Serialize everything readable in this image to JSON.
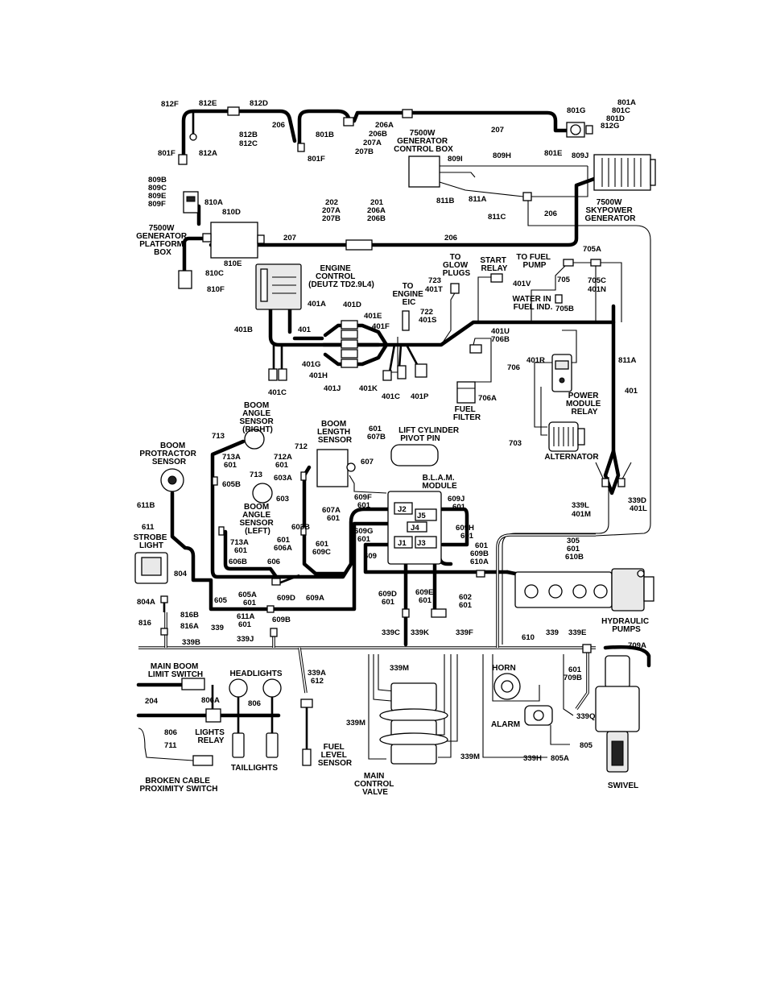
{
  "labels": {
    "812F": "812F",
    "812E": "812E",
    "812D": "812D",
    "206a": "206",
    "812B": "812B",
    "812C": "812C",
    "812A": "812A",
    "801F_a": "801F",
    "801B": "801B",
    "801F_b": "801F",
    "206A_a": "206A",
    "206B_a": "206B",
    "207A_a": "207A",
    "207B_a": "207B",
    "207a": "207",
    "801G": "801G",
    "801A": "801A",
    "801C": "801C",
    "801D": "801D",
    "812G": "812G",
    "801E": "801E",
    "809H": "809H",
    "809I": "809I",
    "809J": "809J",
    "811B": "811B",
    "811A_a": "811A",
    "811C": "811C",
    "206b": "206",
    "809B": "809B",
    "809C": "809C",
    "809E": "809E",
    "809F": "809F",
    "810A": "810A",
    "810D": "810D",
    "202": "202",
    "207A_b": "207A",
    "207B_b": "207B",
    "201": "201",
    "206A_b": "206A",
    "206B_b": "206B",
    "207b": "207",
    "206c": "206",
    "810E": "810E",
    "810C": "810C",
    "810F": "810F",
    "705A": "705A",
    "705": "705",
    "705C": "705C",
    "401N": "401N",
    "705B": "705B",
    "401V": "401V",
    "723": "723",
    "401T": "401T",
    "722": "722",
    "401S": "401S",
    "401A": "401A",
    "401D": "401D",
    "401E": "401E",
    "401F": "401F",
    "401B": "401B",
    "401_a": "401",
    "401U": "401U",
    "706B": "706B",
    "401G": "401G",
    "401H": "401H",
    "401C_a": "401C",
    "401J": "401J",
    "401K": "401K",
    "401C_b": "401C",
    "401P": "401P",
    "706": "706",
    "706A": "706A",
    "401R": "401R",
    "811A_b": "811A",
    "401_b": "401",
    "703": "703",
    "713_a": "713",
    "713A_a": "713A",
    "601_a": "601",
    "605B": "605B",
    "611B": "611B",
    "611": "611",
    "712": "712",
    "712A": "712A",
    "601_b": "601",
    "603A": "603A",
    "713_b": "713",
    "603": "603",
    "601_c": "601",
    "607B": "607B",
    "607": "607",
    "713A_b": "713A",
    "601_d": "601",
    "606B": "606B",
    "606": "606",
    "601_e": "601",
    "606A": "606A",
    "603B": "603B",
    "601_f": "601",
    "609C": "609C",
    "607A": "607A",
    "601_g": "601",
    "609F": "609F",
    "601_h": "601",
    "609G": "609G",
    "601_i": "601",
    "609J": "609J",
    "601_j": "601",
    "609H": "609H",
    "601_k": "601",
    "609": "609",
    "601_l": "601",
    "609B_a": "609B",
    "610A": "610A",
    "339L": "339L",
    "401M": "401M",
    "339D": "339D",
    "401L": "401L",
    "305": "305",
    "601_m": "601",
    "610B": "610B",
    "804": "804",
    "804A": "804A",
    "816": "816",
    "816B": "816B",
    "816A": "816A",
    "339B": "339B",
    "605": "605",
    "605A": "605A",
    "601_n": "601",
    "609D_a": "609D",
    "609A": "609A",
    "611A": "611A",
    "601_o": "601",
    "609B_b": "609B",
    "339_a": "339",
    "339J": "339J",
    "609D_b": "609D",
    "601_p": "601",
    "609E": "609E",
    "601_q": "601",
    "602": "602",
    "601_r": "601",
    "339C": "339C",
    "339K": "339K",
    "339F": "339F",
    "610": "610",
    "339_b": "339",
    "339E": "339E",
    "709A": "709A",
    "601_s": "601",
    "709B": "709B",
    "204": "204",
    "806A": "806A",
    "806_a": "806",
    "806_b": "806",
    "711": "711",
    "339A": "339A",
    "612": "612",
    "339M_a": "339M",
    "339M_b": "339M",
    "339M_c": "339M",
    "339Q": "339Q",
    "805": "805",
    "339H": "339H",
    "805A": "805A"
  },
  "captions": {
    "gen_control_box": [
      "7500W",
      "GENERATOR",
      "CONTROL BOX"
    ],
    "skypower": [
      "7500W",
      "SKYPOWER",
      "GENERATOR"
    ],
    "platform_box": [
      "7500W",
      "GENERATOR",
      "PLATFORM",
      "BOX"
    ],
    "engine_control": [
      "ENGINE",
      "CONTROL",
      "(DEUTZ TD2.9L4)"
    ],
    "engine_eic": [
      "TO",
      "ENGINE",
      "EIC"
    ],
    "glow_plugs": [
      "TO",
      "GLOW",
      "PLUGS"
    ],
    "start_relay": [
      "START",
      "RELAY"
    ],
    "fuel_pump": [
      "TO FUEL",
      "PUMP"
    ],
    "water_in_fuel": [
      "WATER IN",
      "FUEL IND."
    ],
    "fuel_filter": [
      "FUEL",
      "FILTER"
    ],
    "power_module_relay": [
      "POWER",
      "MODULE",
      "RELAY"
    ],
    "alternator": [
      "ALTERNATOR"
    ],
    "boom_angle_right": [
      "BOOM",
      "ANGLE",
      "SENSOR",
      "(RIGHT)"
    ],
    "boom_length": [
      "BOOM",
      "LENGTH",
      "SENSOR"
    ],
    "lift_cylinder": [
      "LIFT CYLINDER",
      "PIVOT PIN"
    ],
    "boom_protractor": [
      "BOOM",
      "PROTRACTOR",
      "SENSOR"
    ],
    "blam": [
      "B.L.A.M.",
      "MODULE"
    ],
    "boom_angle_left": [
      "BOOM",
      "ANGLE",
      "SENSOR",
      "(LEFT)"
    ],
    "strobe": [
      "STROBE",
      "LIGHT"
    ],
    "hydraulic_pumps": [
      "HYDRAULIC",
      "PUMPS"
    ],
    "main_boom_limit": [
      "MAIN BOOM",
      "LIMIT SWITCH"
    ],
    "headlights": [
      "HEADLIGHTS"
    ],
    "lights_relay": [
      "LIGHTS",
      "RELAY"
    ],
    "taillights": [
      "TAILLIGHTS"
    ],
    "broken_cable": [
      "BROKEN CABLE",
      "PROXIMITY SWITCH"
    ],
    "fuel_level": [
      "FUEL",
      "LEVEL",
      "SENSOR"
    ],
    "main_control_valve": [
      "MAIN",
      "CONTROL",
      "VALVE"
    ],
    "horn": [
      "HORN"
    ],
    "alarm": [
      "ALARM"
    ],
    "swivel": [
      "SWIVEL"
    ]
  },
  "blam_jacks": {
    "J1": "J1",
    "J2": "J2",
    "J3": "J3",
    "J4": "J4",
    "J5": "J5"
  }
}
